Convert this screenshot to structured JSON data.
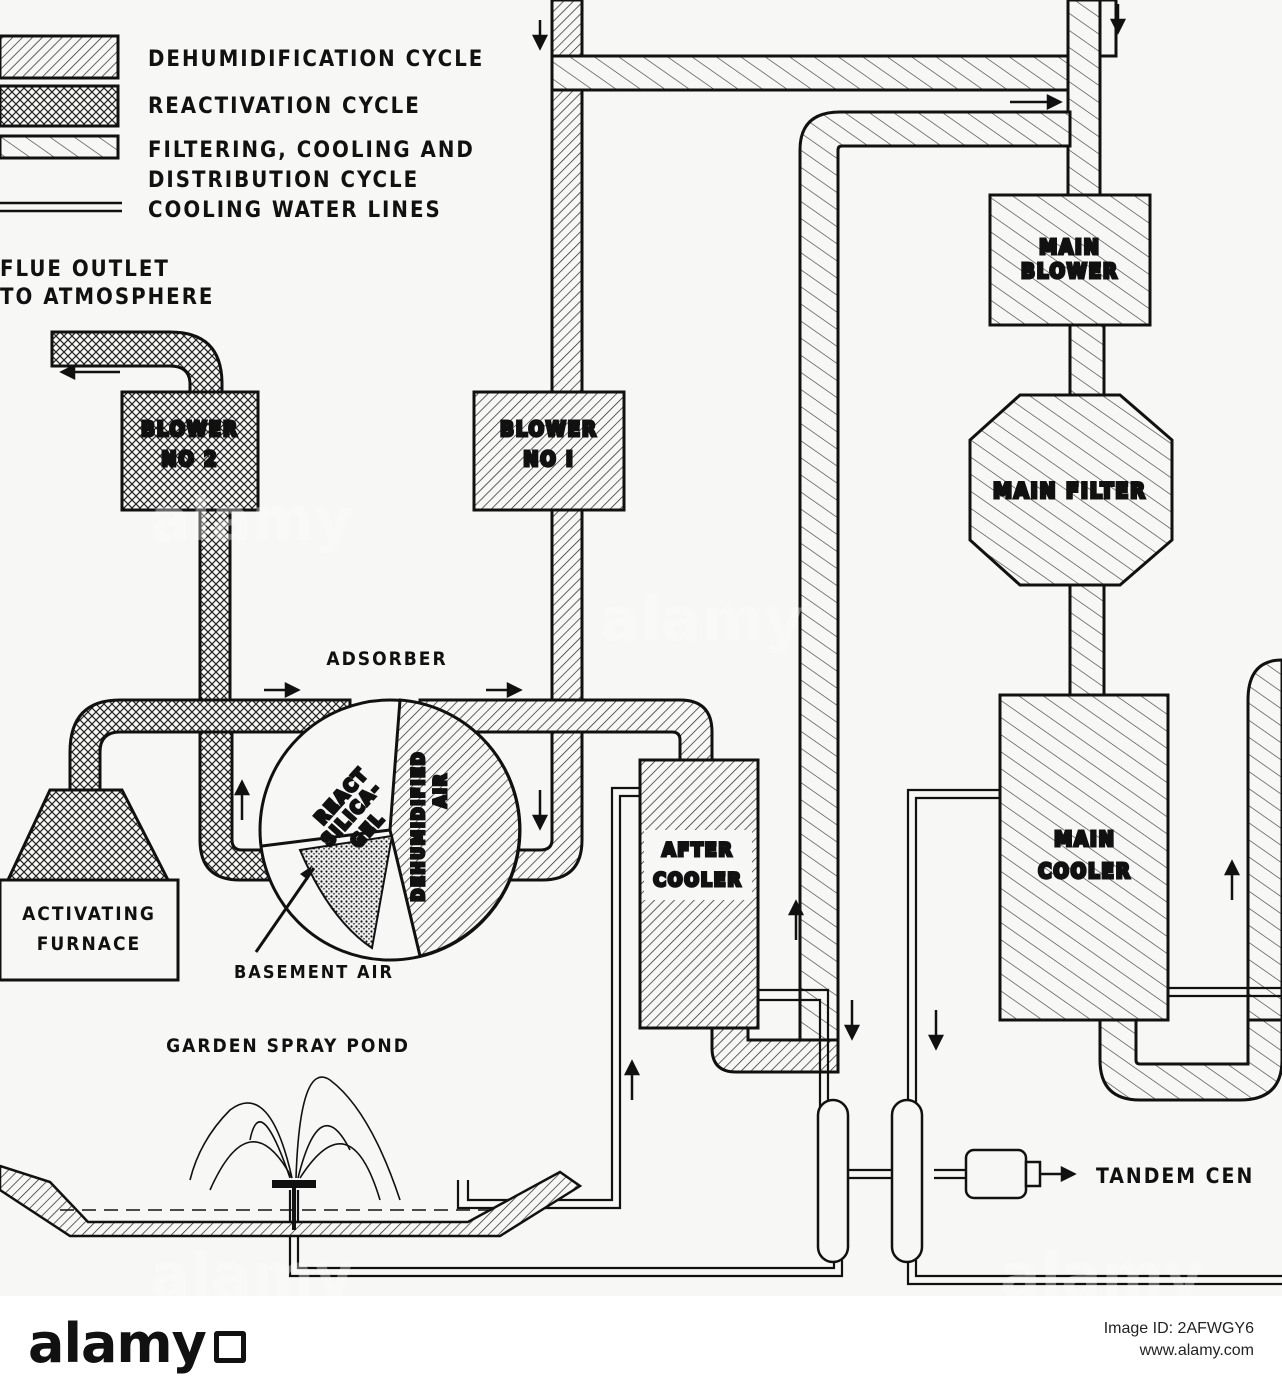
{
  "legend": {
    "dehumidification": "DEHUMIDIFICATION CYCLE",
    "reactivation": "REACTIVATION  CYCLE",
    "filtering_line1": "FILTERING, COOLING AND",
    "filtering_line2": "DISTRIBUTION CYCLE",
    "cooling_water": "COOLING WATER LINES"
  },
  "labels": {
    "flue_line1": "FLUE OUTLET",
    "flue_line2": "TO ATMOSPHERE",
    "blower2_line1": "BLOWER",
    "blower2_line2": "NO 2",
    "blower1_line1": "BLOWER",
    "blower1_line2": "NO I",
    "main_blower_line1": "MAIN",
    "main_blower_line2": "BLOWER",
    "main_filter": "MAIN  FILTER",
    "adsorber": "ADSORBER",
    "react_1": "REACT",
    "react_2": "SILICA-",
    "react_3": "GEL",
    "dehumidified_1": "DEHUMIDIFIED",
    "dehumidified_2": "AIR",
    "after_cooler_1": "AFTER",
    "after_cooler_2": "COOLER",
    "main_cooler_1": "MAIN",
    "main_cooler_2": "COOLER",
    "activating_1": "ACTIVATING",
    "activating_2": "FURNACE",
    "basement_air": "BASEMENT AIR",
    "garden_pond": "GARDEN  SPRAY  POND",
    "tandem": "TANDEM  CEN"
  },
  "watermark": {
    "brand": "alamy",
    "image_id": "Image ID: 2AFWGY6",
    "site": "www.alamy.com"
  }
}
